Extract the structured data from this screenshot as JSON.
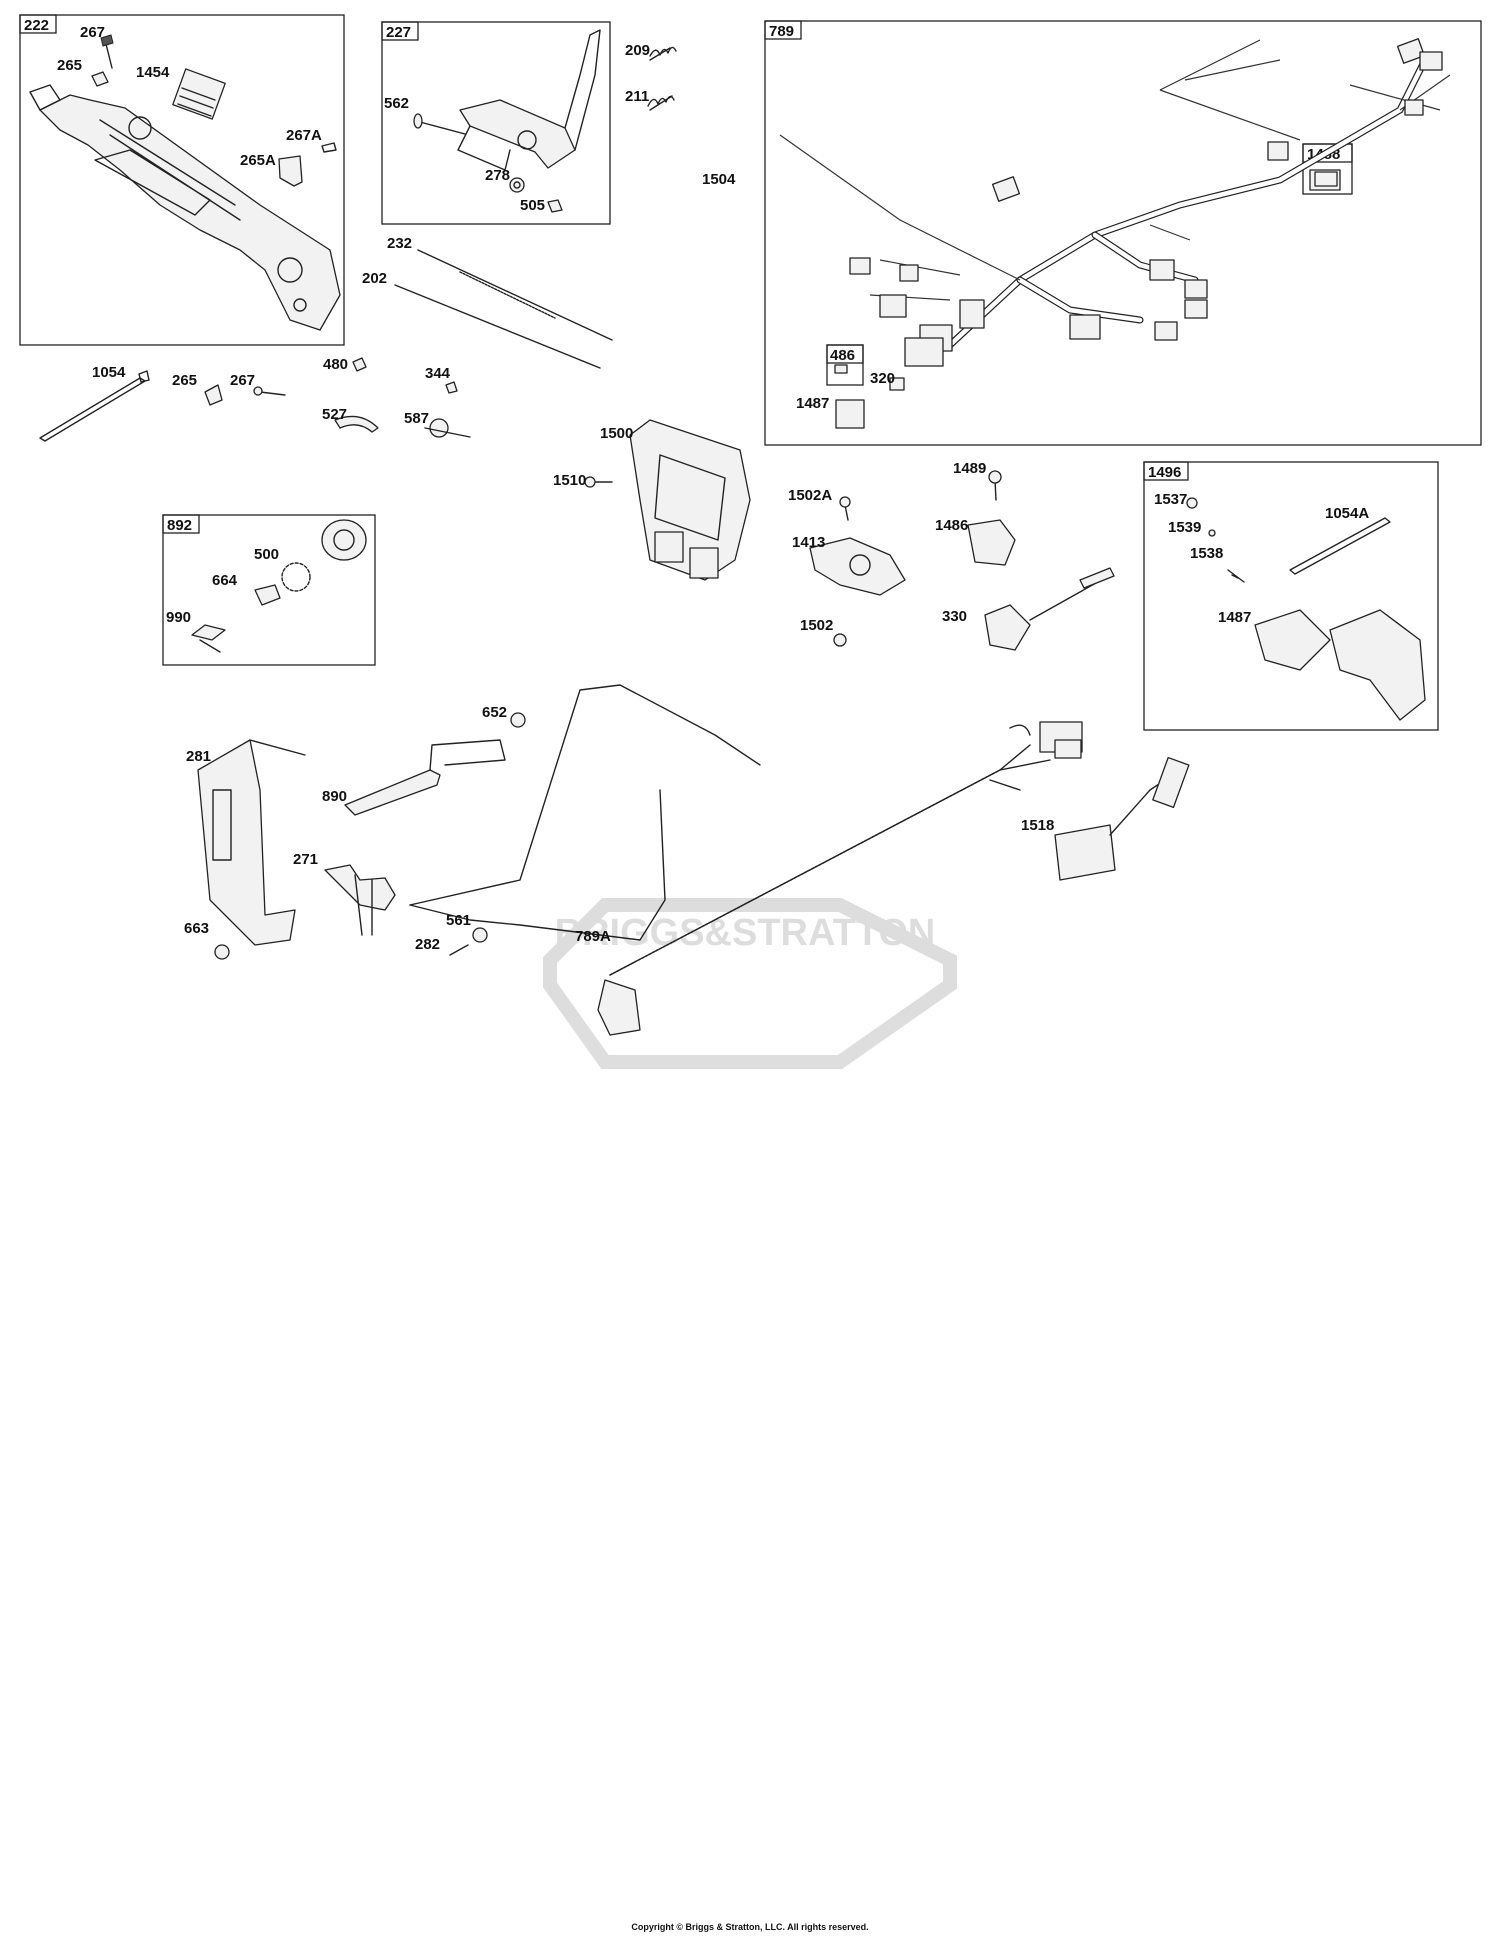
{
  "boxes": [
    {
      "label": "222"
    },
    {
      "label": "227"
    },
    {
      "label": "789"
    },
    {
      "label": "1488"
    },
    {
      "label": "486"
    },
    {
      "label": "892"
    },
    {
      "label": "1496"
    }
  ],
  "part_numbers": [
    "267",
    "265",
    "1454",
    "267A",
    "265A",
    "562",
    "278",
    "505",
    "209",
    "211",
    "1504",
    "320",
    "1487",
    "232",
    "202",
    "1054",
    "265",
    "267",
    "480",
    "344",
    "527",
    "587",
    "1500",
    "1510",
    "1502A",
    "1413",
    "1489",
    "1486",
    "1502",
    "330",
    "1537",
    "1054A",
    "1539",
    "1538",
    "1487",
    "500",
    "664",
    "990",
    "652",
    "281",
    "890",
    "271",
    "561",
    "282",
    "663",
    "1518",
    "789A"
  ],
  "watermark": "BRIGGS&STRATTON",
  "footer": "Copyright © Briggs & Stratton, LLC. All rights reserved."
}
